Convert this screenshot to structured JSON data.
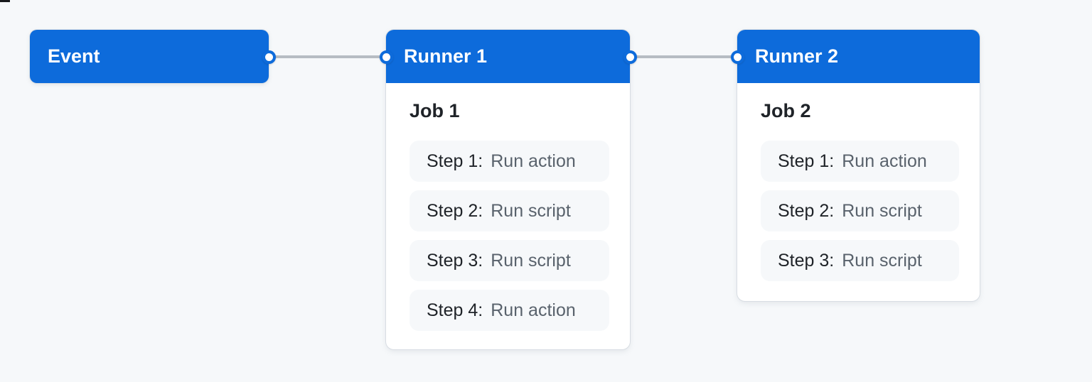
{
  "page": {
    "background": "#f6f8fa"
  },
  "colors": {
    "accent_blue": "#0d6bdb",
    "connector_gray": "#b6bcc3",
    "card_white": "#ffffff",
    "step_row_bg": "#f6f8fa",
    "text_dark": "#1f2328",
    "text_muted": "#59626c",
    "header_text": "#ffffff"
  },
  "diagram": {
    "event": {
      "label": "Event"
    },
    "runners": [
      {
        "title": "Runner 1",
        "job": {
          "title": "Job 1",
          "steps": [
            {
              "label": "Step 1:",
              "action": "Run action"
            },
            {
              "label": "Step 2:",
              "action": "Run script"
            },
            {
              "label": "Step 3:",
              "action": "Run script"
            },
            {
              "label": "Step 4:",
              "action": "Run action"
            }
          ]
        }
      },
      {
        "title": "Runner 2",
        "job": {
          "title": "Job 2",
          "steps": [
            {
              "label": "Step 1:",
              "action": "Run action"
            },
            {
              "label": "Step 2:",
              "action": "Run script"
            },
            {
              "label": "Step 3:",
              "action": "Run script"
            }
          ]
        }
      }
    ]
  }
}
